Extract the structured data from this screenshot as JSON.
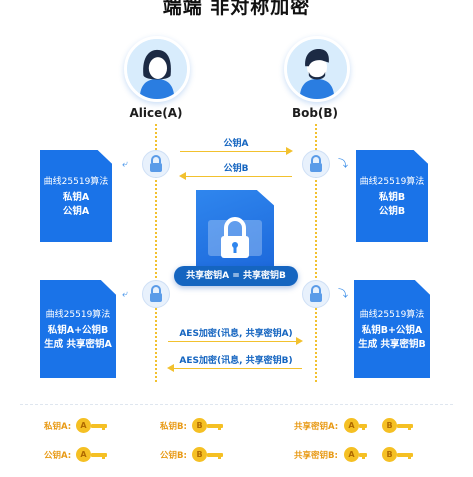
{
  "title": "端端 非对称加密",
  "alice": {
    "name": "Alice(A)"
  },
  "bob": {
    "name": "Bob(B)"
  },
  "arrows": {
    "pub_a": "公钥A",
    "pub_b": "公钥B",
    "aes_a": "AES加密(讯息, 共享密钥A)",
    "aes_b": "AES加密(讯息, 共享密钥B)"
  },
  "cards": {
    "alice_top": {
      "title": "曲线25519算法",
      "line1": "私钥A",
      "line2": "公钥A"
    },
    "bob_top": {
      "title": "曲线25519算法",
      "line1": "私钥B",
      "line2": "公钥B"
    },
    "alice_bottom": {
      "title": "曲线25519算法",
      "line1": "私钥A+公钥B",
      "line2": "生成 共享密钥A"
    },
    "bob_bottom": {
      "title": "曲线25519算法",
      "line1": "私钥B+公钥A",
      "line2": "生成 共享密钥B"
    }
  },
  "center": {
    "label": "共享密钥A = 共享密钥B"
  },
  "legend": {
    "priv_a": "私钥A:",
    "priv_b": "私钥B:",
    "shared_a": "共享密钥A:",
    "pub_a": "公钥A:",
    "pub_b": "公钥B:",
    "shared_b": "共享密钥B:",
    "key_a": "A",
    "key_b": "B"
  },
  "colors": {
    "primary": "#1a73e8",
    "accent": "#f2c12e",
    "avatar_bg": "#d8ecfc"
  },
  "icons": [
    "person-icon",
    "lock-icon",
    "key-icon"
  ]
}
